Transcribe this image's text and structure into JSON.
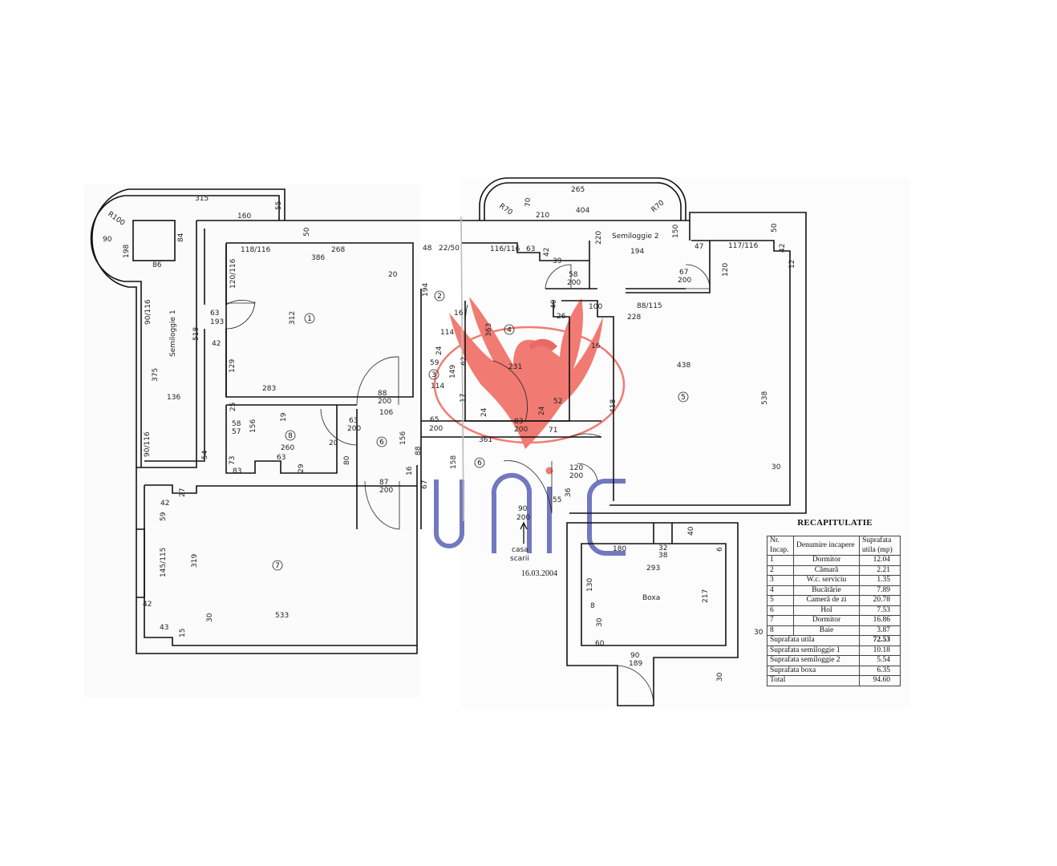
{
  "rooms": {
    "r1": "1",
    "r2": "2",
    "r3": "3",
    "r4": "4",
    "r5": "5",
    "r6": "6",
    "r6b": "6",
    "r7": "7",
    "r8": "8"
  },
  "labels": {
    "semiloggie1": "Semiloggie 1",
    "semiloggie2": "Semiloggie 2",
    "boxa": "Boxa",
    "casa": "casa",
    "scarii": "scarii",
    "date": "16.03.2004"
  },
  "dims": {
    "d315": "315",
    "d55": "55",
    "d160": "160",
    "r100": "R100",
    "d90": "90",
    "d198": "198",
    "d84": "84",
    "d86": "86",
    "d50": "50",
    "d118": "118/116",
    "d268": "268",
    "d386": "386",
    "d20a": "20",
    "d120_116": "120/116",
    "d63_193a": "63",
    "d63_193b": "193",
    "d518": "518",
    "d42a": "42",
    "d312": "312",
    "d129": "129",
    "d90_116a": "90/116",
    "d375": "375",
    "d136": "136",
    "d90_116b": "90/116",
    "d283": "283",
    "d25": "25",
    "d58": "58",
    "d57": "57",
    "d156a": "156",
    "d19": "19",
    "d260": "260",
    "d20b": "20",
    "d54": "54",
    "d73": "73",
    "d83": "83",
    "d63": "63",
    "d29": "29",
    "d80": "80",
    "d88_200a": "88",
    "d88_200b": "200",
    "d106": "106",
    "d63_200a": "63",
    "d63_200b": "200",
    "d156b": "156",
    "d88": "88",
    "d16a": "16",
    "d87a": "87",
    "d87b": "200",
    "d67": "67",
    "d27": "27",
    "d42b": "42",
    "d59a": "59",
    "d145": "145/115",
    "d319": "319",
    "d42c": "42",
    "d533": "533",
    "d43": "43",
    "d15": "15",
    "d30a": "30",
    "d48": "48",
    "d22_50": "22/50",
    "d194a": "194",
    "d16b": "16",
    "d114a": "114",
    "d24a": "24",
    "d59b": "59",
    "d149": "149",
    "d114b": "114",
    "d17": "17",
    "d62": "62",
    "d65a": "65",
    "d65b": "200",
    "d158": "158",
    "d363": "363",
    "d231": "231",
    "d24b": "24",
    "d83a": "83",
    "d83b": "200",
    "d361": "361",
    "d24c": "24",
    "d52": "52",
    "d71": "71",
    "d265": "265",
    "d70": "70",
    "r70a": "R70",
    "d210": "210",
    "d404": "404",
    "r70b": "R70",
    "d116": "116/116",
    "d63b": "63",
    "d42d": "42",
    "d39": "39",
    "d220": "220",
    "d194b": "194",
    "d150": "150",
    "d58a": "58",
    "d58b": "200",
    "d67a": "67",
    "d67b": "200",
    "d47": "47",
    "d117": "117/116",
    "d120": "120",
    "d50b": "50",
    "d42e": "42",
    "d12": "12",
    "d40a": "40",
    "d26": "26",
    "d100": "100",
    "d88_115": "88/115",
    "d228": "228",
    "d16c": "16",
    "d438": "438",
    "d418": "418",
    "d538": "538",
    "d30b": "30",
    "d120a": "120",
    "d120b": "200",
    "d36": "36",
    "d55b": "55",
    "d90a": "90",
    "d90b": "200",
    "d40b": "40",
    "d180": "180",
    "d32a": "32",
    "d32b": "38",
    "d293": "293",
    "d6": "6",
    "d130": "130",
    "d8": "8",
    "d30c": "30",
    "d217": "217",
    "d30d": "30",
    "d60": "60",
    "d90_189a": "90",
    "d90_189b": "189",
    "d30e": "30"
  },
  "recap": {
    "title": "RECAPITULATIE",
    "headers": [
      "Nr. Incap.",
      "Denumire incapere",
      "Suprafata utila (mp)"
    ],
    "rows": [
      {
        "nr": "1",
        "name": "Dormitor",
        "area": "12.04"
      },
      {
        "nr": "2",
        "name": "Cămară",
        "area": "2.21"
      },
      {
        "nr": "3",
        "name": "W.c. serviciu",
        "area": "1.35"
      },
      {
        "nr": "4",
        "name": "Bucătărie",
        "area": "7.89"
      },
      {
        "nr": "5",
        "name": "Cameră de zi",
        "area": "20.78"
      },
      {
        "nr": "6",
        "name": "Hol",
        "area": "7.53"
      },
      {
        "nr": "7",
        "name": "Dormitor",
        "area": "16.86"
      },
      {
        "nr": "8",
        "name": "Baie",
        "area": "3.87"
      }
    ],
    "totals": [
      {
        "label": "Suprafata utila",
        "value": "72.53"
      },
      {
        "label": "Suprafata semiloggie 1",
        "value": "10.18"
      },
      {
        "label": "Suprafata semiloggie 2",
        "value": "5.54"
      },
      {
        "label": "Suprafata boxa",
        "value": "6.35"
      },
      {
        "label": "Total",
        "value": "94.60"
      }
    ]
  },
  "watermark": {
    "text": "UNIC",
    "phoenix_color": "#f0645a",
    "letters_color": "#5b62b5"
  }
}
